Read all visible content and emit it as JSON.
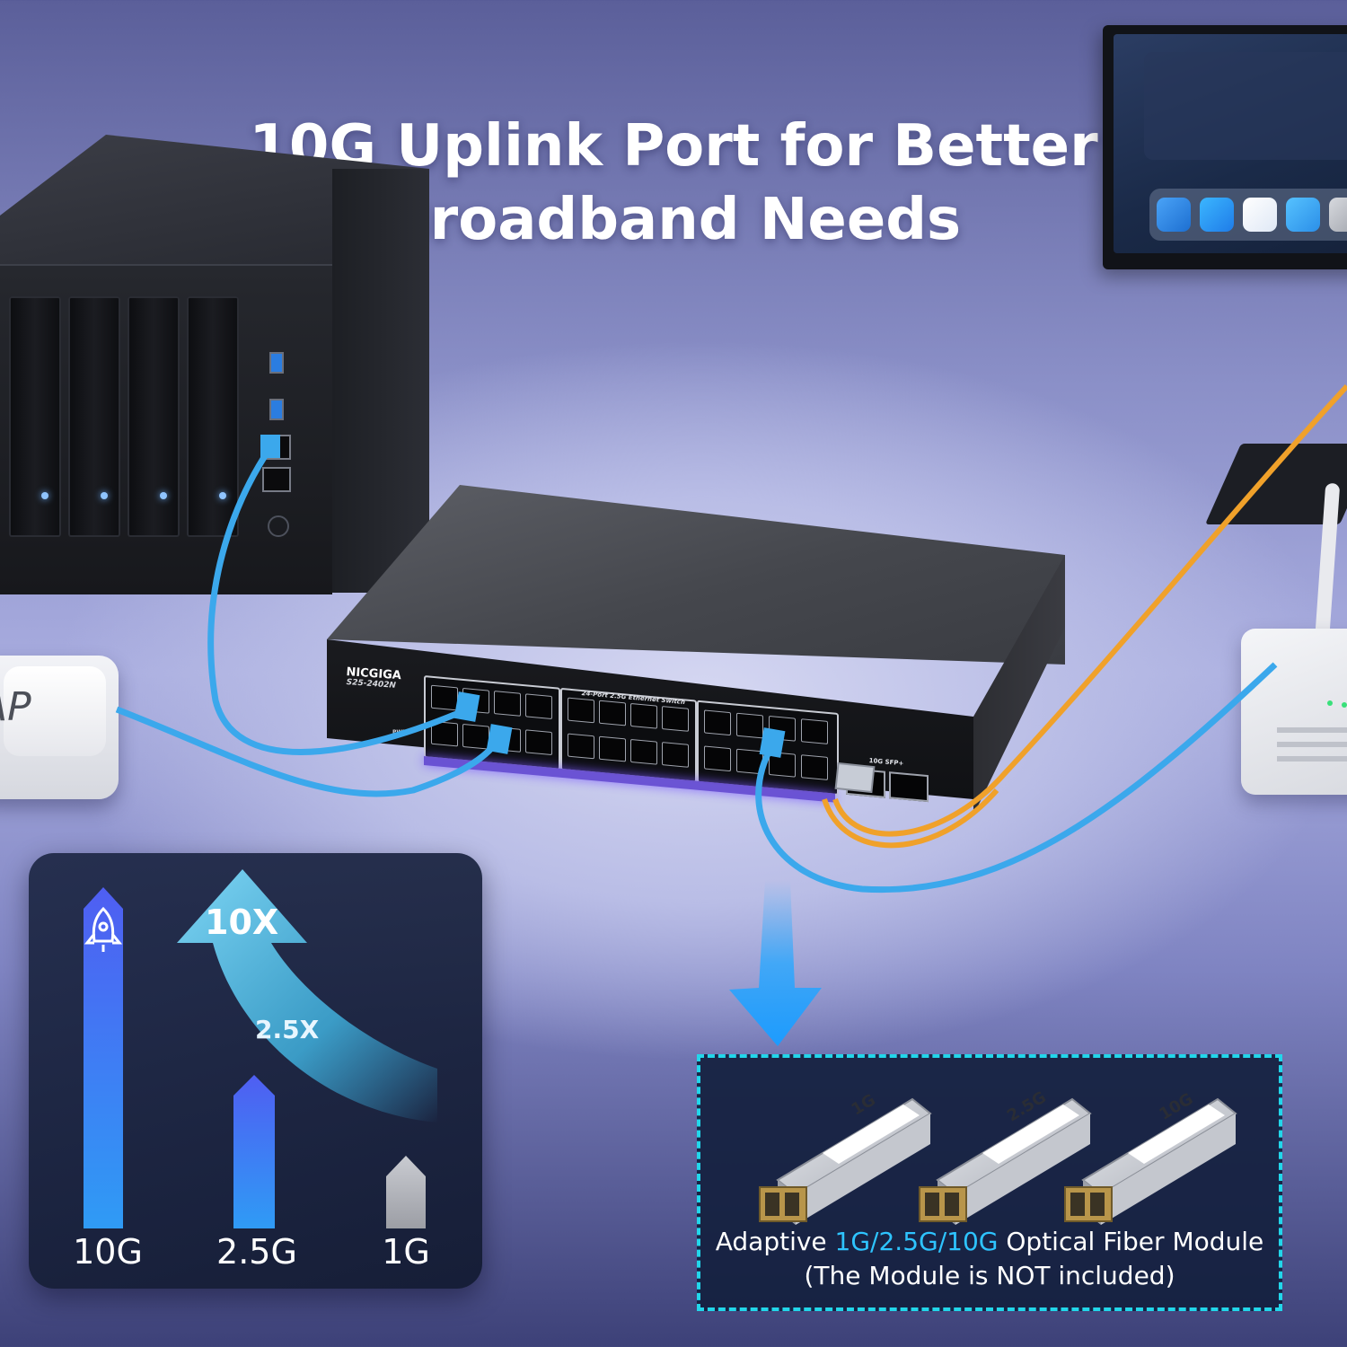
{
  "headline": {
    "line1": "10G Uplink Port for Better",
    "line2": "Broadband Needs"
  },
  "switch": {
    "brand": "NICGIGA",
    "model": "S25-2402N",
    "ports_caption": "24-Port 2.5G Ethernet Switch",
    "sfp_caption": "10G SFP+",
    "power_label": "PWR"
  },
  "ap_device": {
    "label": "AP"
  },
  "speed_comparison": {
    "bars": [
      {
        "label": "10G",
        "value": 10
      },
      {
        "label": "2.5G",
        "value": 2.5
      },
      {
        "label": "1G",
        "value": 1
      }
    ],
    "multipliers": [
      "10X",
      "2.5X"
    ],
    "icon": "rocket-icon"
  },
  "sfp_modules": {
    "modules": [
      "1G",
      "2.5G",
      "10G"
    ],
    "caption_prefix": "Adaptive ",
    "caption_highlight": "1G/2.5G/10G",
    "caption_suffix": " Optical Fiber Module",
    "note": "(The Module is NOT included)"
  },
  "colors": {
    "highlight": "#2ec4ff",
    "dashed_border": "#22d6ea",
    "cable_blue": "#3ba8ec",
    "cable_orange": "#f0a12a",
    "bar_blue": "#3a6cf0",
    "bar_gray": "#b5b7bd"
  }
}
